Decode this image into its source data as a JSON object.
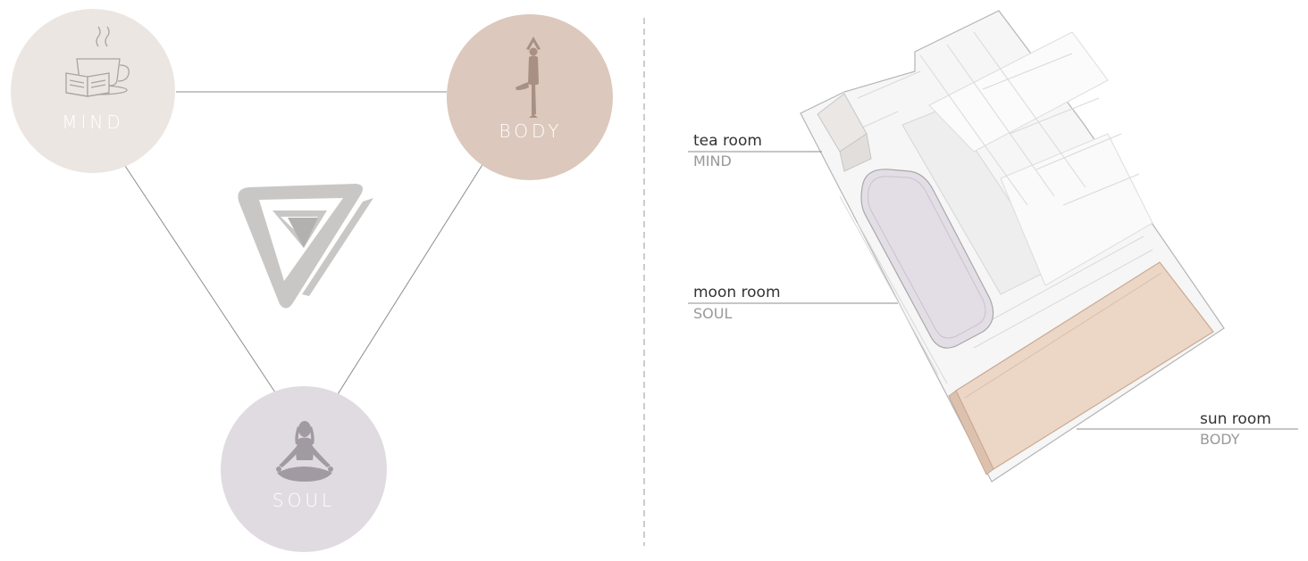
{
  "colors": {
    "mind": "#ece6e2",
    "body": "#dcc8bc",
    "soul": "#e0dbe1",
    "logo": "#c9c7c6",
    "logo_tri": "#b3b1b0",
    "moon_room_fill": "#e3dee6",
    "sun_room_fill": "#ecd6c5",
    "line": "#8c8c8c"
  },
  "concept": {
    "nodes": [
      {
        "key": "mind",
        "label": "MIND",
        "icon": "book-tea-icon"
      },
      {
        "key": "body",
        "label": "BODY",
        "icon": "yoga-tree-pose-icon"
      },
      {
        "key": "soul",
        "label": "SOUL",
        "icon": "meditation-icon"
      }
    ],
    "center_icon": "triangle-spiral-logo-icon"
  },
  "plan": {
    "rooms": [
      {
        "name": "tea room",
        "category": "MIND"
      },
      {
        "name": "moon room",
        "category": "SOUL"
      },
      {
        "name": "sun room",
        "category": "BODY"
      }
    ]
  }
}
